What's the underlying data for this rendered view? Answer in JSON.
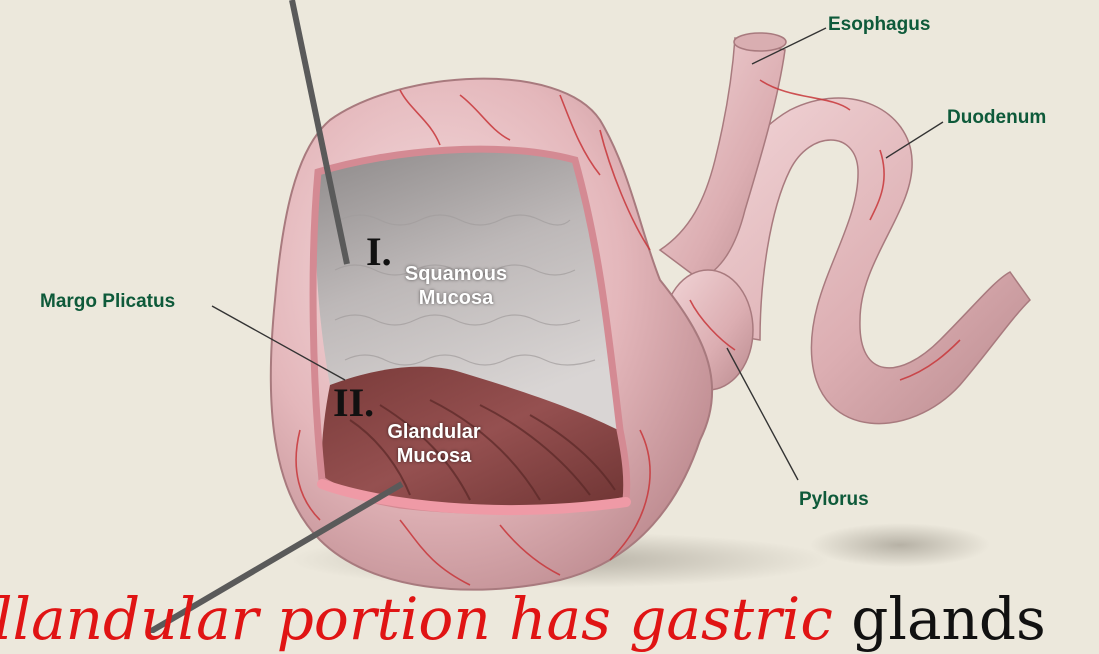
{
  "labels": {
    "esophagus": "Esophagus",
    "duodenum": "Duodenum",
    "margo_plicatus": "Margo Plicatus",
    "pylorus": "Pylorus",
    "squamous_line1": "Squamous",
    "squamous_line2": "Mucosa",
    "glandular_line1": "Glandular",
    "glandular_line2": "Mucosa"
  },
  "markers": {
    "region_one": "I.",
    "region_two": "II."
  },
  "caption": {
    "red_text": "llandular portion has gastric",
    "black_text": " glands"
  },
  "colors": {
    "label_green": "#0e5a3a",
    "caption_red": "#e01414",
    "stomach_pink": "#e7bfc2",
    "vessel_red": "#c8363a",
    "background": "#ece8dc"
  }
}
